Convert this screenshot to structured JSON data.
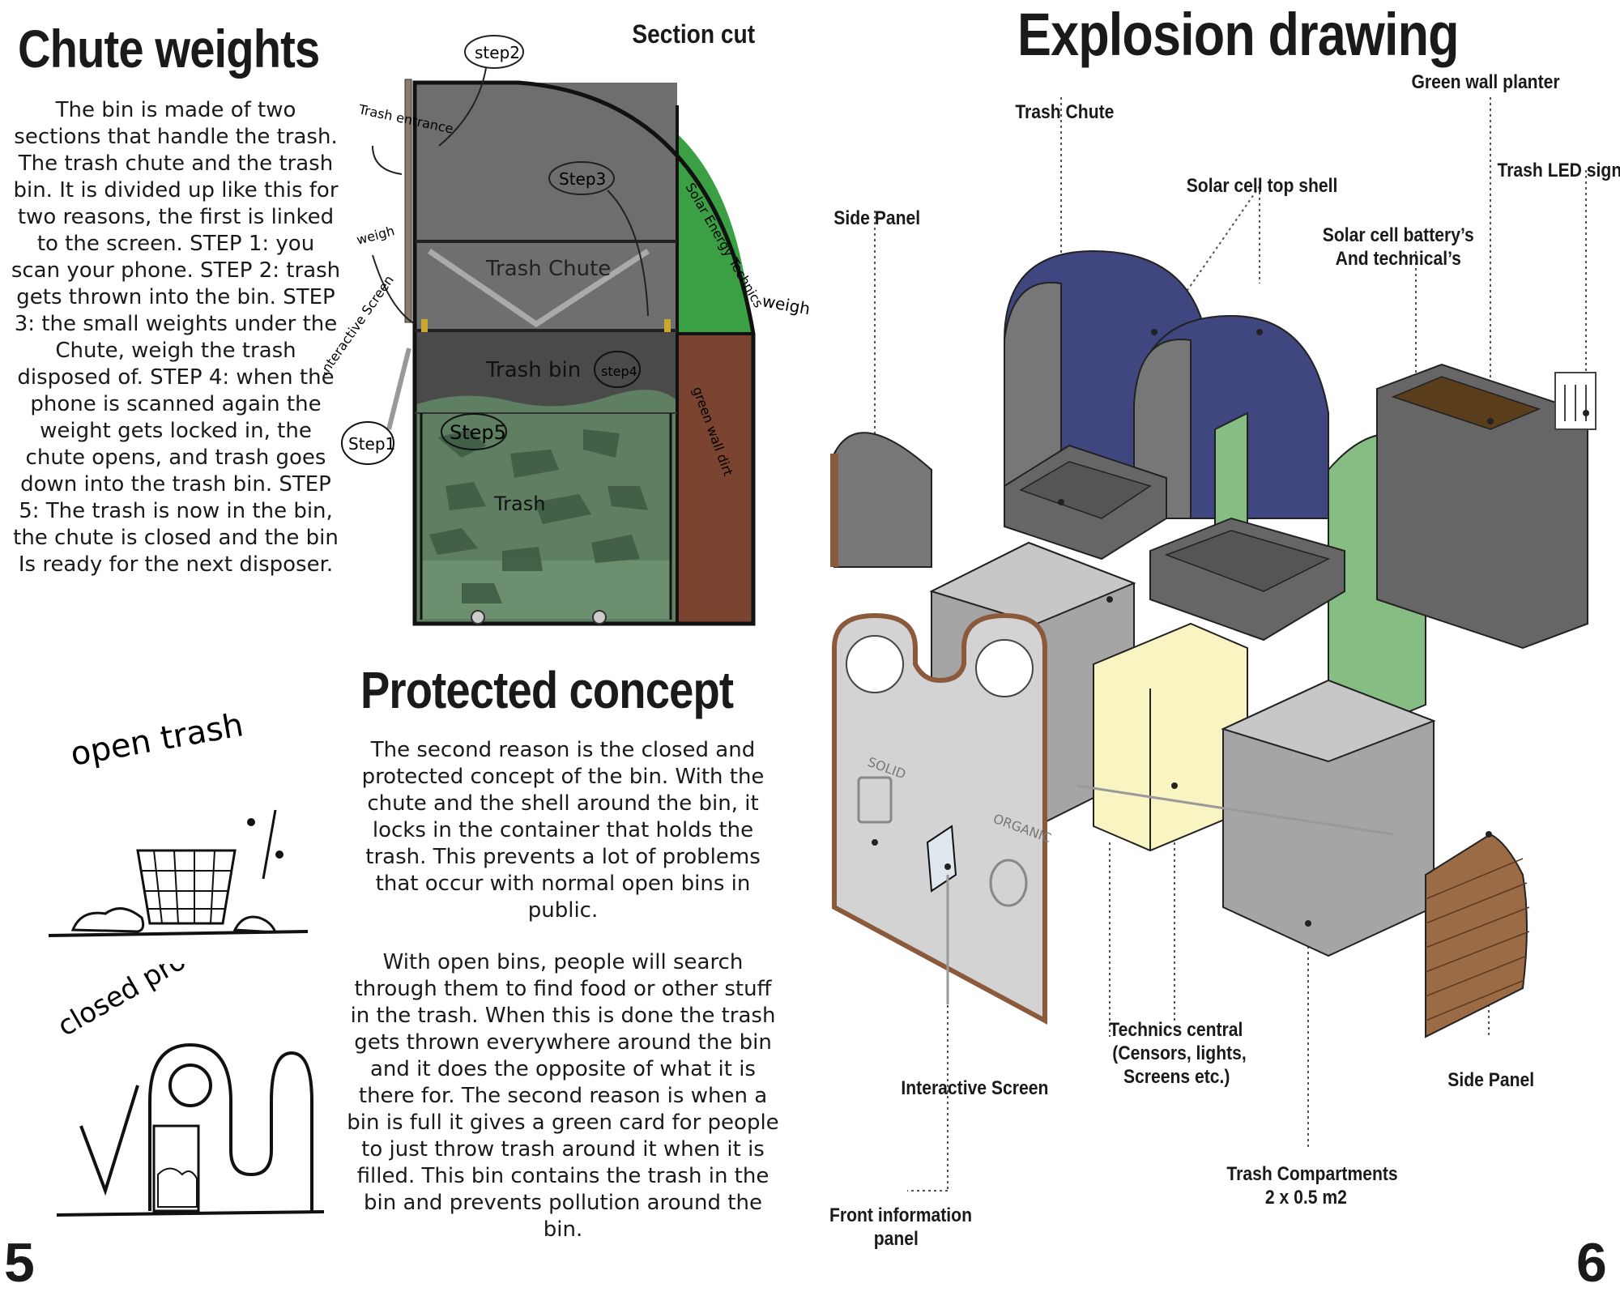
{
  "left_page": {
    "title": "Chute weights",
    "section_cut_title": "Section cut",
    "intro_text": "The bin is made of two sections that handle the trash. The trash chute and the trash bin. It is divided up like this for two reasons, the first is linked to the screen. STEP 1: you scan your phone. STEP 2: trash gets thrown into the bin. STEP 3: the small weights under the Chute, weigh the trash disposed of. STEP 4: when the phone is scanned again the weight gets locked in, the chute opens, and trash goes down into the trash bin. STEP 5: The trash is now in the bin, the chute is closed and the bin Is ready for the next disposer.",
    "section_labels": {
      "step1": "Step1",
      "step2": "step2",
      "step3": "Step3",
      "step4": "step4",
      "step5": "Step5",
      "trash_entrance": "Trash entrance",
      "weigh_left": "weigh",
      "weigh_right": "weigh",
      "interactive_screen": "interactive Screen",
      "trash_chute": "Trash Chute",
      "trash_bin": "Trash bin",
      "trash": "Trash",
      "solar": "Solar Energy Technics",
      "green_wall": "green wall dirt"
    },
    "sketch_labels": {
      "open_trash": "open trash",
      "closed_protected": "closed protected"
    },
    "protected_title": "Protected concept",
    "protected_text_1": "The second reason is the closed and protected concept of the bin. With the chute and the shell around the bin, it locks in the container that holds the trash. This prevents a lot of problems that occur with normal open bins in public.",
    "protected_text_2": "With open bins, people will search through them to find food or other stuff in the trash. When this is done the trash gets thrown everywhere around the bin and it does the opposite of what it is there for. The second reason is when a bin is full it gives a green card for people to just throw trash around it when it is filled. This bin contains the trash in the bin and prevents pollution around the bin.",
    "page_number": "5"
  },
  "right_page": {
    "title": "Explosion drawing",
    "labels": {
      "green_wall_planter": "Green wall planter",
      "trash_chute": "Trash Chute",
      "trash_led_sign": "Trash LED sign",
      "solar_top_shell": "Solar cell top shell",
      "side_panel_left": "Side Panel",
      "solar_battery_line1": "Solar cell battery’s",
      "solar_battery_line2": "And technical’s",
      "technics_line1": "Technics central",
      "technics_line2": "(Censors, lights,",
      "technics_line3": "Screens etc.)",
      "interactive_screen": "Interactive Screen",
      "side_panel_right": "Side Panel",
      "compartments_line1": "Trash Compartments",
      "compartments_line2": "2 x 0.5 m2",
      "front_panel_line1": "Front information",
      "front_panel_line2": "panel",
      "solid": "SOLID",
      "organic": "ORGANIC"
    },
    "page_number": "6"
  },
  "colors": {
    "chute_grey": "#6e6e6e",
    "bin_dark": "#4a4a4a",
    "trash_green": "#5f7f63",
    "solar_green": "#3aa043",
    "dirt_brown": "#7a4431",
    "shell_blue": "#3f4680",
    "pale_green": "#86bd83",
    "wood": "#9a6b45",
    "yellow": "#f8f5c3"
  }
}
